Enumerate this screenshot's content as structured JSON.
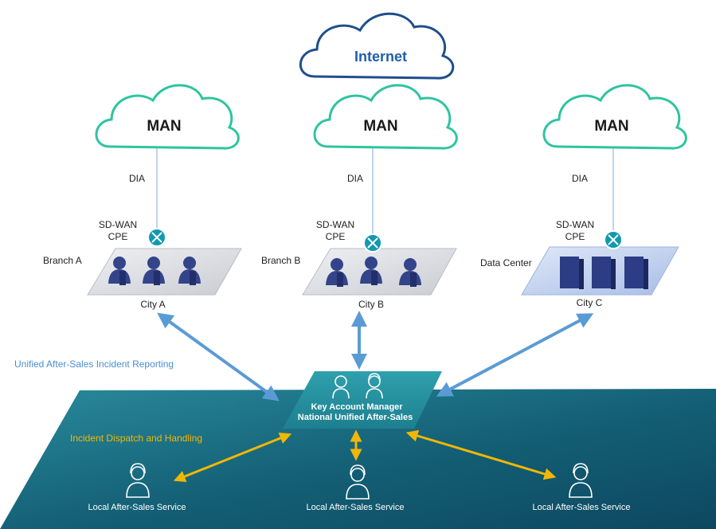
{
  "internet": {
    "label": "Internet"
  },
  "sites": [
    {
      "cloud": "MAN",
      "link": "DIA",
      "cpe_line1": "SD-WAN",
      "cpe_line2": "CPE",
      "site_label": "Branch A",
      "city": "City A",
      "kind": "users"
    },
    {
      "cloud": "MAN",
      "link": "DIA",
      "cpe_line1": "SD-WAN",
      "cpe_line2": "CPE",
      "site_label": "Branch B",
      "city": "City B",
      "kind": "users"
    },
    {
      "cloud": "MAN",
      "link": "DIA",
      "cpe_line1": "SD-WAN",
      "cpe_line2": "CPE",
      "site_label": "Data Center",
      "city": "City C",
      "kind": "servers"
    }
  ],
  "reporting_label": "Unified After-Sales Incident Reporting",
  "dispatch_label": "Incident Dispatch and Handling",
  "center": {
    "line1": "Key Account Manager",
    "line2": "National Unified After-Sales"
  },
  "local_services": [
    {
      "label": "Local After-Sales Service"
    },
    {
      "label": "Local After-Sales Service"
    },
    {
      "label": "Local After-Sales Service"
    }
  ],
  "colors": {
    "cloud_outline": "#2ec4a0",
    "internet_outline": "#1f4e8c",
    "internet_text": "#1f5fa8",
    "platform": "#11566c",
    "platform_light": "#2a8fa0",
    "blue_arrow": "#5b9bd5",
    "yellow_arrow": "#f2b705",
    "cpe_icon": "#0f9ab0",
    "reporting_text": "#4a8fd1",
    "dispatch_text": "#f2b705"
  }
}
